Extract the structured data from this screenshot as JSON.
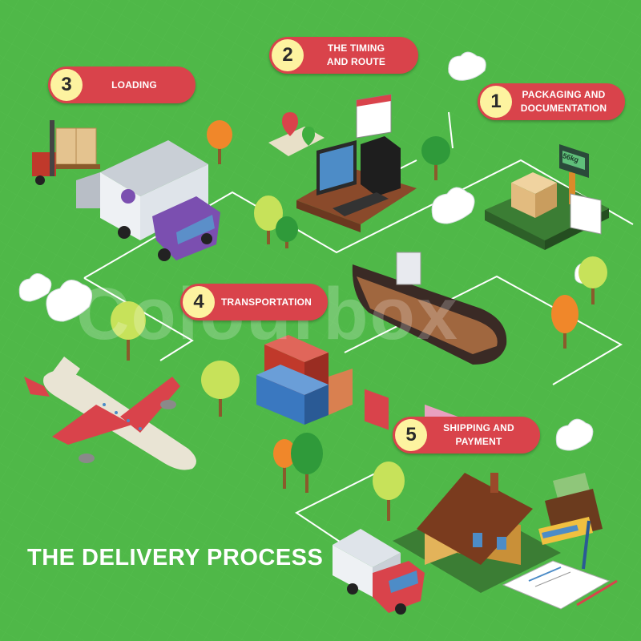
{
  "title": "THE DELIVERY PROCESS",
  "watermark": "Colourbox",
  "colors": {
    "background": "#4fb848",
    "label_red": "#d9434b",
    "number_circle": "#fdf3a0",
    "path_line": "#ffffff"
  },
  "steps": [
    {
      "number": "1",
      "line1": "PACKAGING AND",
      "line2": "DOCUMENTATION",
      "icon": "scale-package-icon"
    },
    {
      "number": "2",
      "line1": "THE TIMING",
      "line2": "AND ROUTE",
      "icon": "computer-map-icon"
    },
    {
      "number": "3",
      "line1": "LOADING",
      "line2": "",
      "icon": "forklift-truck-icon"
    },
    {
      "number": "4",
      "line1": "TRANSPORTATION",
      "line2": "",
      "icon": "cargo-ship-plane-icon"
    },
    {
      "number": "5",
      "line1": "SHIPPING AND",
      "line2": "PAYMENT",
      "icon": "house-wallet-icon"
    }
  ],
  "scale_display": "56kg"
}
